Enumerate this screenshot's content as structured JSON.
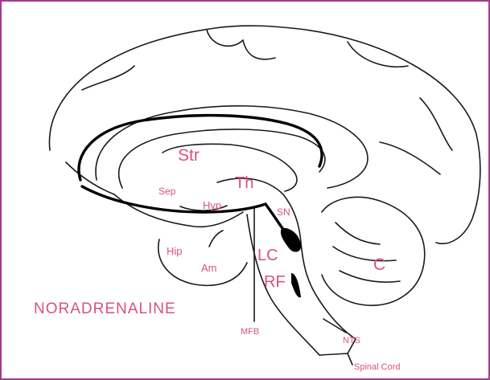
{
  "title": "NORADRENALINE",
  "colors": {
    "border": "#a53b8a",
    "label": "#d9527a",
    "outline": "#1a1a1a",
    "pathway": "#000000"
  },
  "labels": {
    "str": "Str",
    "th": "Th",
    "sep": "Sep",
    "hyp": "Hyp",
    "sn": "SN",
    "hip": "Hip",
    "am": "Am",
    "lc": "LC",
    "rf": "RF",
    "c": "C",
    "mfb": "MFB",
    "nts": "NTS",
    "spinal_cord": "Spinal Cord"
  }
}
